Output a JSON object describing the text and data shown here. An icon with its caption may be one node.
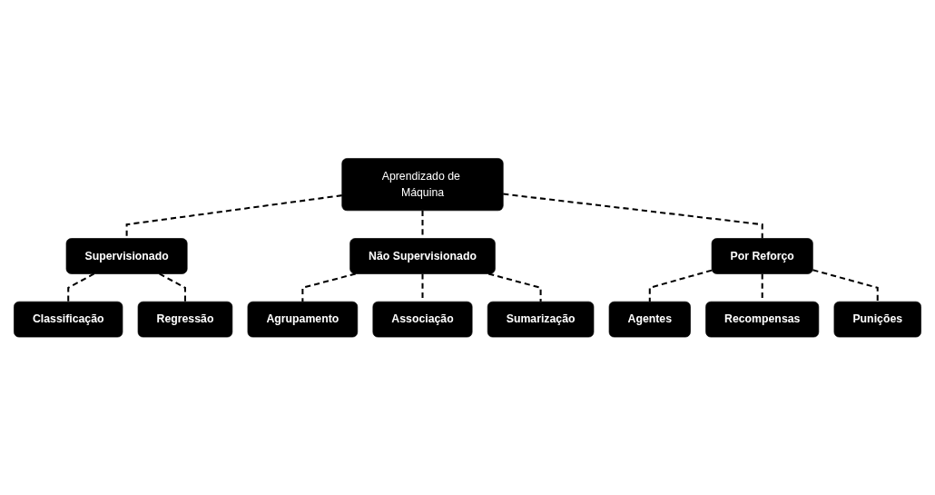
{
  "diagram": {
    "nodes": [
      {
        "text": [
          "Aprendizado de Máquina"
        ]
      },
      {
        "text": [
          "Supervisionado"
        ]
      },
      {
        "text": [
          "Não Supervisionado"
        ]
      },
      {
        "text": [
          "Por Reforço"
        ]
      },
      {
        "text": [
          "Classificação"
        ]
      },
      {
        "text": [
          "Regressão"
        ]
      },
      {
        "text": [
          "Agrupamento"
        ]
      },
      {
        "text": [
          "Associação"
        ]
      },
      {
        "text": [
          "Sumarização"
        ]
      },
      {
        "text": [
          "Agentes"
        ]
      },
      {
        "text": [
          "Recompensas"
        ]
      },
      {
        "text": [
          "Punições"
        ]
      }
    ],
    "edges": [
      {
        "from": 0,
        "to": 1,
        "arrow": "none",
        "style": "dashed"
      },
      {
        "from": 0,
        "to": 2,
        "arrow": "none",
        "style": "dashed"
      },
      {
        "from": 0,
        "to": 3,
        "arrow": "none",
        "style": "dashed"
      },
      {
        "from": 1,
        "to": 4,
        "arrow": "none",
        "style": "dashed"
      },
      {
        "from": 1,
        "to": 5,
        "arrow": "none",
        "style": "dashed"
      },
      {
        "from": 2,
        "to": 6,
        "arrow": "none",
        "style": "dashed"
      },
      {
        "from": 2,
        "to": 7,
        "arrow": "none",
        "style": "dashed"
      },
      {
        "from": 2,
        "to": 8,
        "arrow": "none",
        "style": "dashed"
      },
      {
        "from": 3,
        "to": 9,
        "arrow": "none",
        "style": "dashed"
      },
      {
        "from": 3,
        "to": 10,
        "arrow": "none",
        "style": "dashed"
      },
      {
        "from": 3,
        "to": 11,
        "arrow": "none",
        "style": "dashed"
      }
    ]
  }
}
